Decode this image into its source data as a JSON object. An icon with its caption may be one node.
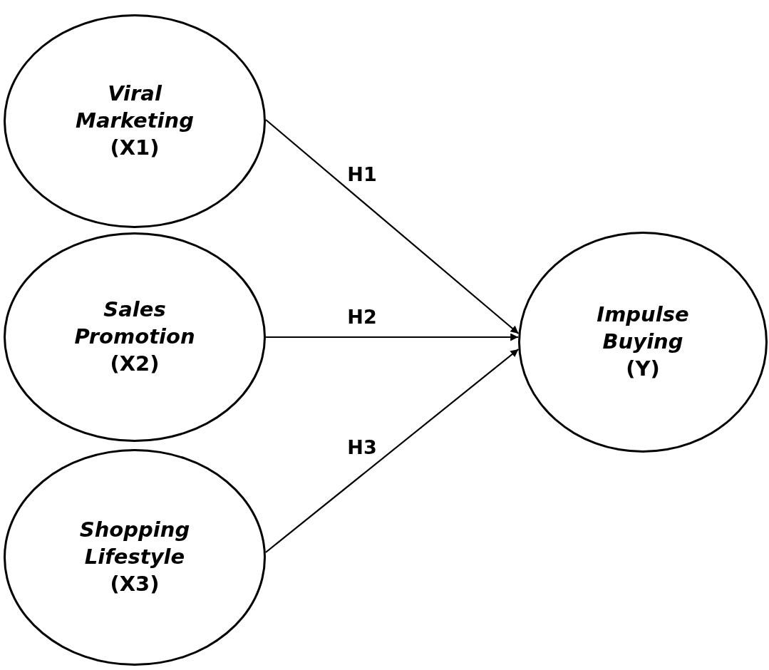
{
  "diagram": {
    "nodes": [
      {
        "text": [
          "Viral Marketing",
          "(X1)"
        ]
      },
      {
        "text": [
          "Sales Promotion",
          "(X2)"
        ]
      },
      {
        "text": [
          "Shopping Lifestyle",
          "(X3)"
        ]
      },
      {
        "text": [
          "Impulse Buying",
          "(Y)"
        ]
      }
    ],
    "edges": [
      {
        "from": 0,
        "to": 3,
        "arrow": "to",
        "label": "H1"
      },
      {
        "from": 1,
        "to": 3,
        "arrow": "to",
        "label": "H2"
      },
      {
        "from": 2,
        "to": 3,
        "arrow": "to",
        "label": "H3"
      }
    ]
  }
}
